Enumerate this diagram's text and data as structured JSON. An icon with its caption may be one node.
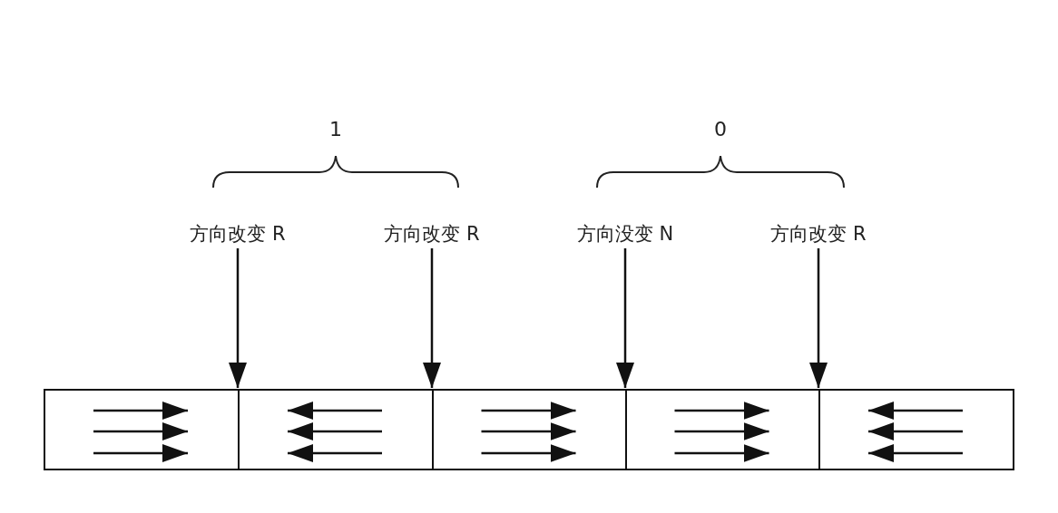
{
  "diagram": {
    "nodes": [
      {
        "text": [
          "方向改变 R"
        ]
      },
      {
        "text": [
          "方向改变 R"
        ]
      },
      {
        "text": [
          "方向没变 N"
        ]
      },
      {
        "text": [
          "方向改变 R"
        ]
      },
      {
        "text": [],
        "shape": "box"
      },
      {
        "text": [],
        "shape": "box"
      },
      {
        "text": [],
        "shape": "box"
      },
      {
        "text": [],
        "shape": "box"
      },
      {
        "text": [],
        "shape": "box"
      }
    ],
    "edges": [
      {
        "from": 0,
        "to": 4,
        "arrow": "to"
      },
      {
        "from": 1,
        "to": 5,
        "arrow": "to"
      },
      {
        "from": 2,
        "to": 6,
        "arrow": "to"
      },
      {
        "from": 3,
        "to": 7,
        "arrow": "to"
      }
    ],
    "labels": [
      "1",
      "0"
    ]
  }
}
